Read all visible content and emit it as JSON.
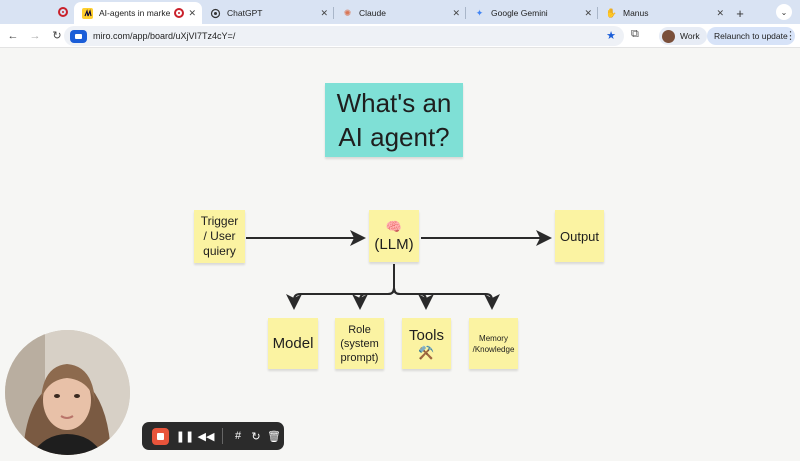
{
  "browser": {
    "tabs": [
      {
        "title": "AI-agents in marketing",
        "active": true,
        "favicon": "miro-icon"
      },
      {
        "title": "ChatGPT",
        "active": false,
        "favicon": "openai-icon"
      },
      {
        "title": "Claude",
        "active": false,
        "favicon": "claude-icon"
      },
      {
        "title": "Google Gemini",
        "active": false,
        "favicon": "gemini-icon"
      },
      {
        "title": "Manus",
        "active": false,
        "favicon": "manus-icon"
      }
    ],
    "url": "miro.com/app/board/uXjVI7Tz4cY=/",
    "profile_label": "Work",
    "relaunch_label": "Relaunch to update",
    "accent_color": "#1a5dd8"
  },
  "board": {
    "title_line1": "What's an",
    "title_line2": "AI agent?",
    "notes": {
      "trigger": [
        "Trigger",
        "/ User",
        "quiery"
      ],
      "llm_emoji": "🧠",
      "llm_label": "(LLM)",
      "output": "Output",
      "model": "Model",
      "role": [
        "Role",
        "(system",
        "prompt)"
      ],
      "tools": "Tools",
      "tools_emoji": "⚒️",
      "memory": [
        "Memory",
        "/Knowledge"
      ]
    },
    "sticky_color": "#fbf3a2",
    "title_color": "#7fe0d6"
  },
  "recorder": {
    "controls": [
      "stop",
      "pause",
      "rewind",
      "grid",
      "restart",
      "delete"
    ],
    "stop_color": "#e8543b"
  }
}
